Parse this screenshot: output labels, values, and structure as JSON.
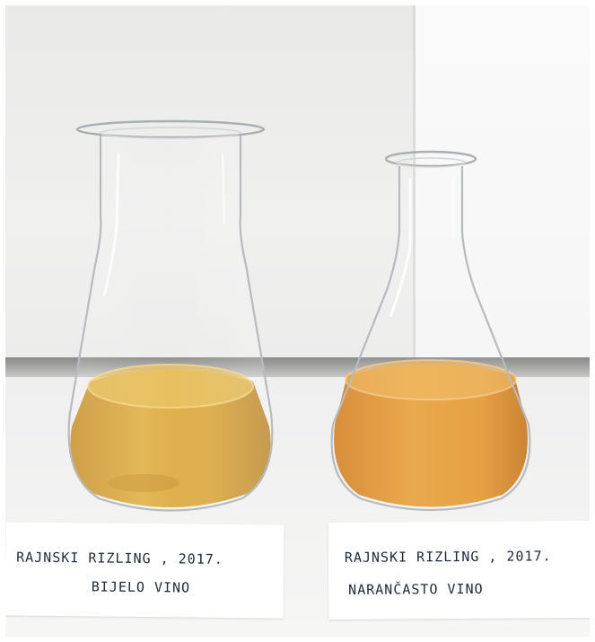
{
  "photo": {
    "left_label": {
      "line1": "RAJNSKI RIZLING , 2017.",
      "line2": "BIJELO VINO"
    },
    "right_label": {
      "line1": "RAJNSKI RIZLING , 2017.",
      "line2": "NARANČASTO VINO"
    },
    "colors": {
      "white_wine": "#d8a53a",
      "orange_wine": "#e2982f",
      "glass": "#b9bec2"
    }
  }
}
